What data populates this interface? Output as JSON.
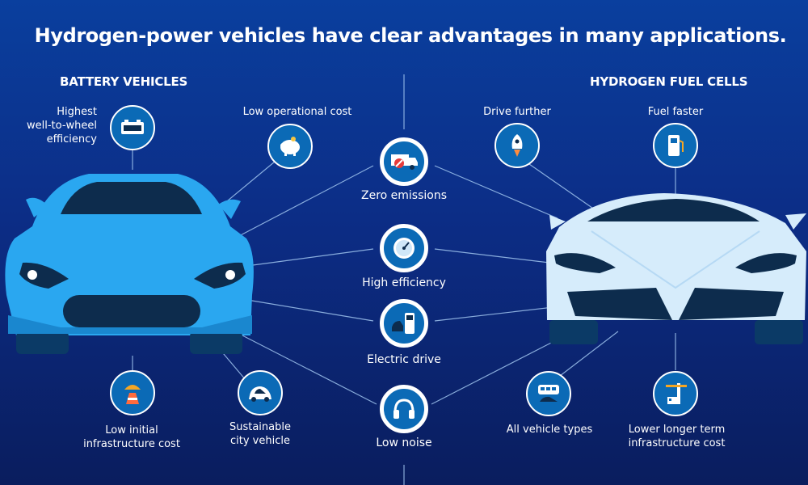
{
  "title": "Hydrogen-power vehicles have clear advantages in many applications.",
  "battery": {
    "heading": "BATTERY VEHICLES",
    "benefits": [
      {
        "label": "Highest\nwell-to-wheel\nefficiency",
        "icon": "battery-icon"
      },
      {
        "label": "Low operational cost",
        "icon": "piggy-bank-icon"
      },
      {
        "label": "Low initial\ninfrastructure cost",
        "icon": "construction-icon"
      },
      {
        "label": "Sustainable\ncity vehicle",
        "icon": "city-car-icon"
      }
    ]
  },
  "hydrogen": {
    "heading": "HYDROGEN FUEL CELLS",
    "benefits": [
      {
        "label": "Drive further",
        "icon": "rocket-icon"
      },
      {
        "label": "Fuel faster",
        "icon": "fuel-pump-icon"
      },
      {
        "label": "All vehicle types",
        "icon": "vehicles-icon"
      },
      {
        "label": "Lower longer term\ninfrastructure cost",
        "icon": "industrial-crane-icon"
      }
    ]
  },
  "shared": [
    {
      "label": "Zero emissions",
      "icon": "no-emissions-truck-icon"
    },
    {
      "label": "High efficiency",
      "icon": "gauge-icon"
    },
    {
      "label": "Electric drive",
      "icon": "ev-charger-icon"
    },
    {
      "label": "Low noise",
      "icon": "headphones-icon"
    }
  ],
  "colors": {
    "background_top": "#0a3f9e",
    "background_bottom": "#0a1d5e",
    "icon_circle": "#0b6ab6",
    "battery_car": "#2aa7f0",
    "hydrogen_car": "#d6ecfb"
  }
}
